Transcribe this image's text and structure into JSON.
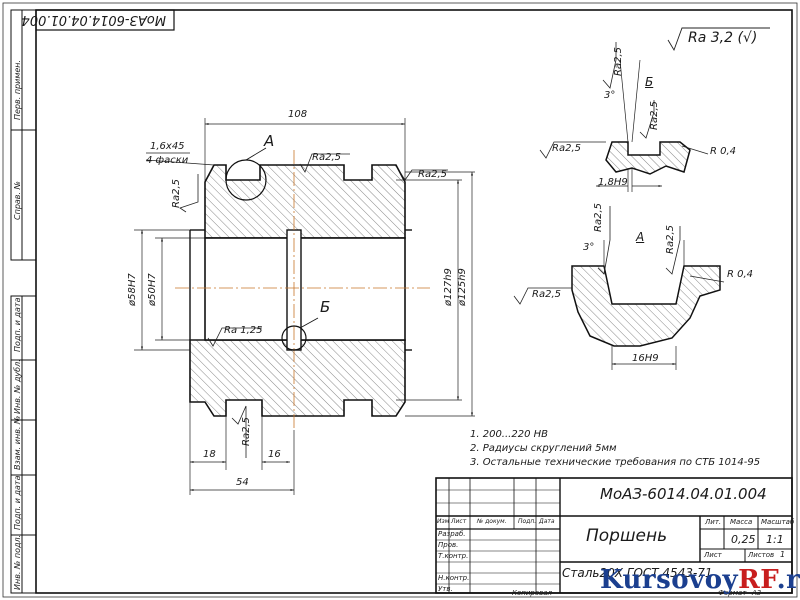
{
  "drawing": {
    "code_rotated": "МоАЗ-6014.04.01.004",
    "roughness_global": "Ra 3,2 (√)",
    "notes": [
      "1. 200...220 HB",
      "2. Радиусы скруглений 5мм",
      "3. Остальные технические требования по СТБ 1014-95"
    ],
    "side_labels": [
      "Перв. примен.",
      "Справ. №",
      "Подп. и дата",
      "Инв. № дубл.",
      "Взам. инв. №",
      "Подп. и дата",
      "Инв. № подл."
    ]
  },
  "main_view": {
    "dims": {
      "overall": "108",
      "chamfer": "1,6х45",
      "chamfer_count": "4 фаски",
      "d58": "ø58H7",
      "d50": "ø50H7",
      "d127": "ø127h9",
      "d125": "ø125h9",
      "w18": "18",
      "w16": "16",
      "w54": "54"
    },
    "roughness": {
      "ra25_top": "Ra2,5",
      "ra25_right": "Ra2,5",
      "ra25_left": "Ra2,5",
      "ra125": "Ra 1,25",
      "ra25_bottom": "Ra2,5"
    },
    "callouts": {
      "a": "А",
      "b": "Б"
    }
  },
  "detail_b": {
    "title": "Б",
    "angle": "3°",
    "ra_top": "Ra2,5",
    "ra_mid": "Ra2,5",
    "ra_left": "Ra2,5",
    "radius": "R 0,4",
    "width": "1,8H9"
  },
  "detail_a": {
    "title": "А",
    "angle": "3°",
    "ra_top_left": "Ra2,5",
    "ra_top_right": "Ra2,5",
    "ra_left": "Ra2,5",
    "radius": "R 0,4",
    "width": "16H9"
  },
  "title_block": {
    "designation": "МоАЗ-6014.04.01.004",
    "name": "Поршень",
    "material": "Сталь20Х ГОСТ 4543-71",
    "lit_label": "Лит.",
    "mass_label": "Масса",
    "scale_label": "Масштаб",
    "mass": "0,25",
    "scale": "1:1",
    "sheet_label": "Лист",
    "sheets_label": "Листов",
    "sheets": "1",
    "col_izm": "Изм",
    "col_list": "Лист",
    "col_doc": "№ докум.",
    "col_sign": "Подп.",
    "col_date": "Дата",
    "razrab": "Разраб.",
    "prov": "Пров.",
    "tkontr": "Т.контр.",
    "nkontr": "Н.контр.",
    "utv": "Утв.",
    "kopiroval": "Копировал",
    "format_label": "Формат",
    "format": "А3"
  },
  "watermark": {
    "part1": "Kursovoy",
    "part2": "RF",
    "part3": ".ru"
  }
}
